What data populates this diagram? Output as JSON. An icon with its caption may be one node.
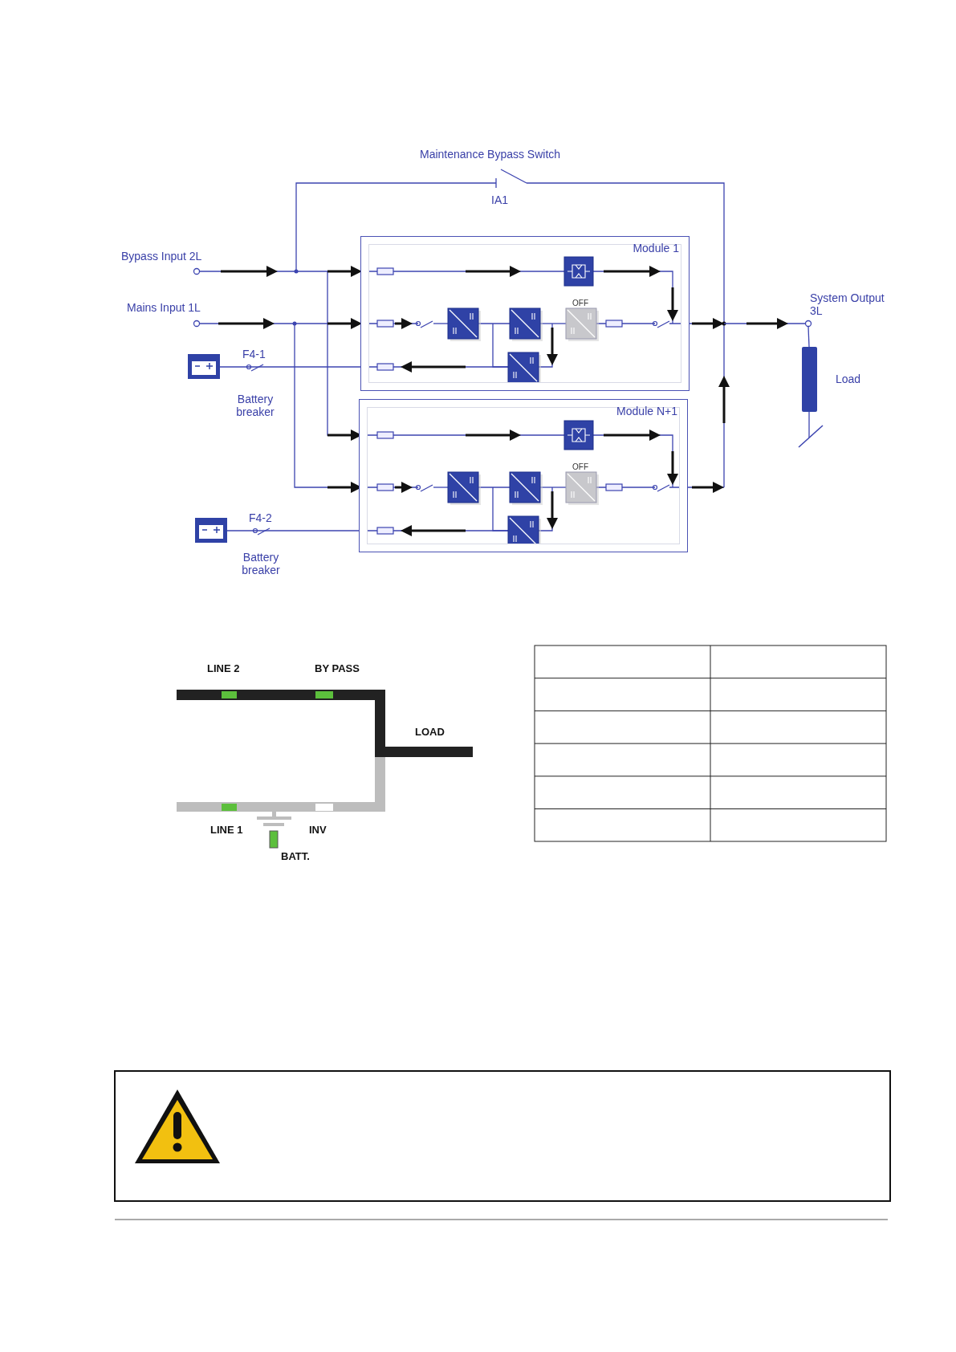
{
  "diagram": {
    "nodes": [
      {
        "text": [
          "Module 1"
        ]
      },
      {
        "text": [
          "Module N+1"
        ]
      }
    ],
    "labels": [
      "Maintenance Bypass Switch",
      "IA1",
      "Bypass Input 2L",
      "System Output 3L",
      "Mains Input 1L",
      "OFF",
      "F4-1",
      "Load",
      "Battery breaker",
      "OFF",
      "F4-2",
      "Battery breaker",
      "LINE 2",
      "BY PASS",
      "LOAD",
      "LINE 1",
      "INV",
      "BATT."
    ]
  }
}
